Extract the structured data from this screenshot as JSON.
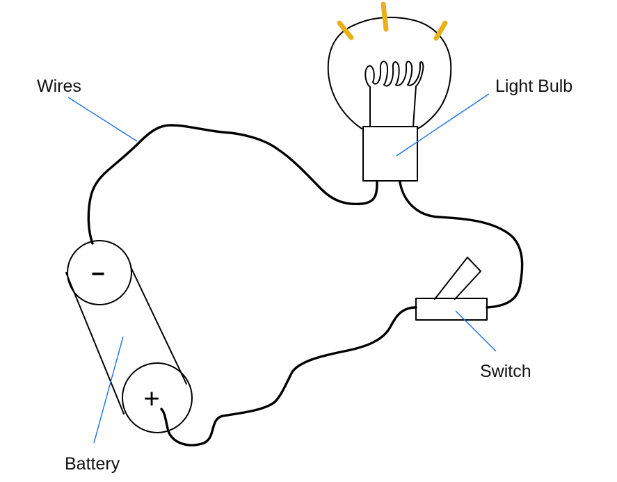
{
  "labels": {
    "wires": "Wires",
    "light_bulb": "Light Bulb",
    "switch": "Switch",
    "battery": "Battery"
  },
  "battery": {
    "negative_symbol": "−",
    "positive_symbol": "+"
  },
  "colors": {
    "leader_line": "#1a6fe0",
    "bulb_rays": "#e8b01a",
    "ink": "#000000"
  }
}
